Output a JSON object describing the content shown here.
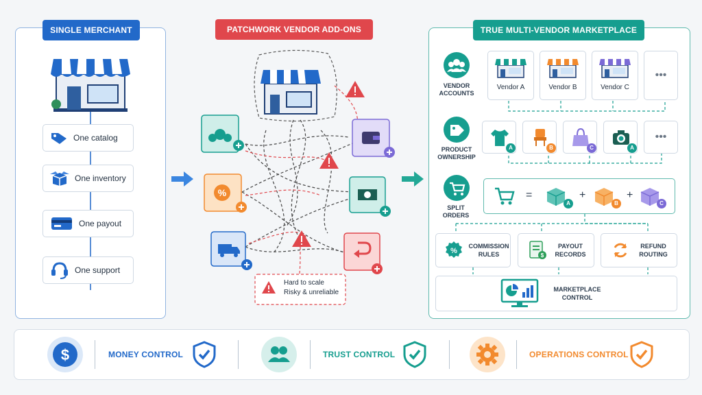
{
  "left_panel": {
    "title": "SINGLE MERCHANT",
    "items": [
      {
        "label": "One catalog"
      },
      {
        "label": "One inventory"
      },
      {
        "label": "One payout"
      },
      {
        "label": "One support"
      }
    ]
  },
  "middle_panel": {
    "title": "PATCHWORK VENDOR ADD-ONS",
    "warning_line1": "Hard to scale",
    "warning_line2": "Risky & unreliable"
  },
  "right_panel": {
    "title": "TRUE MULTI-VENDOR MARKETPLACE",
    "vendor_accounts_label": "VENDOR ACCOUNTS",
    "vendors": [
      {
        "label": "Vendor A",
        "color": "#169e8f"
      },
      {
        "label": "Vendor B",
        "color": "#f28a2e"
      },
      {
        "label": "Vendor C",
        "color": "#7b6ad6"
      }
    ],
    "more_label": "•••",
    "product_ownership_label": "PRODUCT OWNERSHIP",
    "product_badges": [
      "A",
      "B",
      "C",
      "A"
    ],
    "split_orders_label": "SPLIT ORDERS",
    "split_equals": "=",
    "split_plus": "+",
    "split_badges": [
      "A",
      "B",
      "C"
    ],
    "services": [
      {
        "label": "COMMISSION RULES"
      },
      {
        "label": "PAYOUT RECORDS"
      },
      {
        "label": "REFUND ROUTING"
      }
    ],
    "control_label": "MARKETPLACE CONTROL"
  },
  "bottom_bar": {
    "items": [
      {
        "label": "MONEY CONTROL",
        "color": "#2269c9"
      },
      {
        "label": "TRUST CONTROL",
        "color": "#169e8f"
      },
      {
        "label": "OPERATIONS CONTROL",
        "color": "#f28a2e"
      }
    ]
  },
  "colors": {
    "blue": "#2269c9",
    "red": "#e0474c",
    "teal": "#169e8f",
    "orange": "#f28a2e",
    "purple": "#7b6ad6"
  }
}
